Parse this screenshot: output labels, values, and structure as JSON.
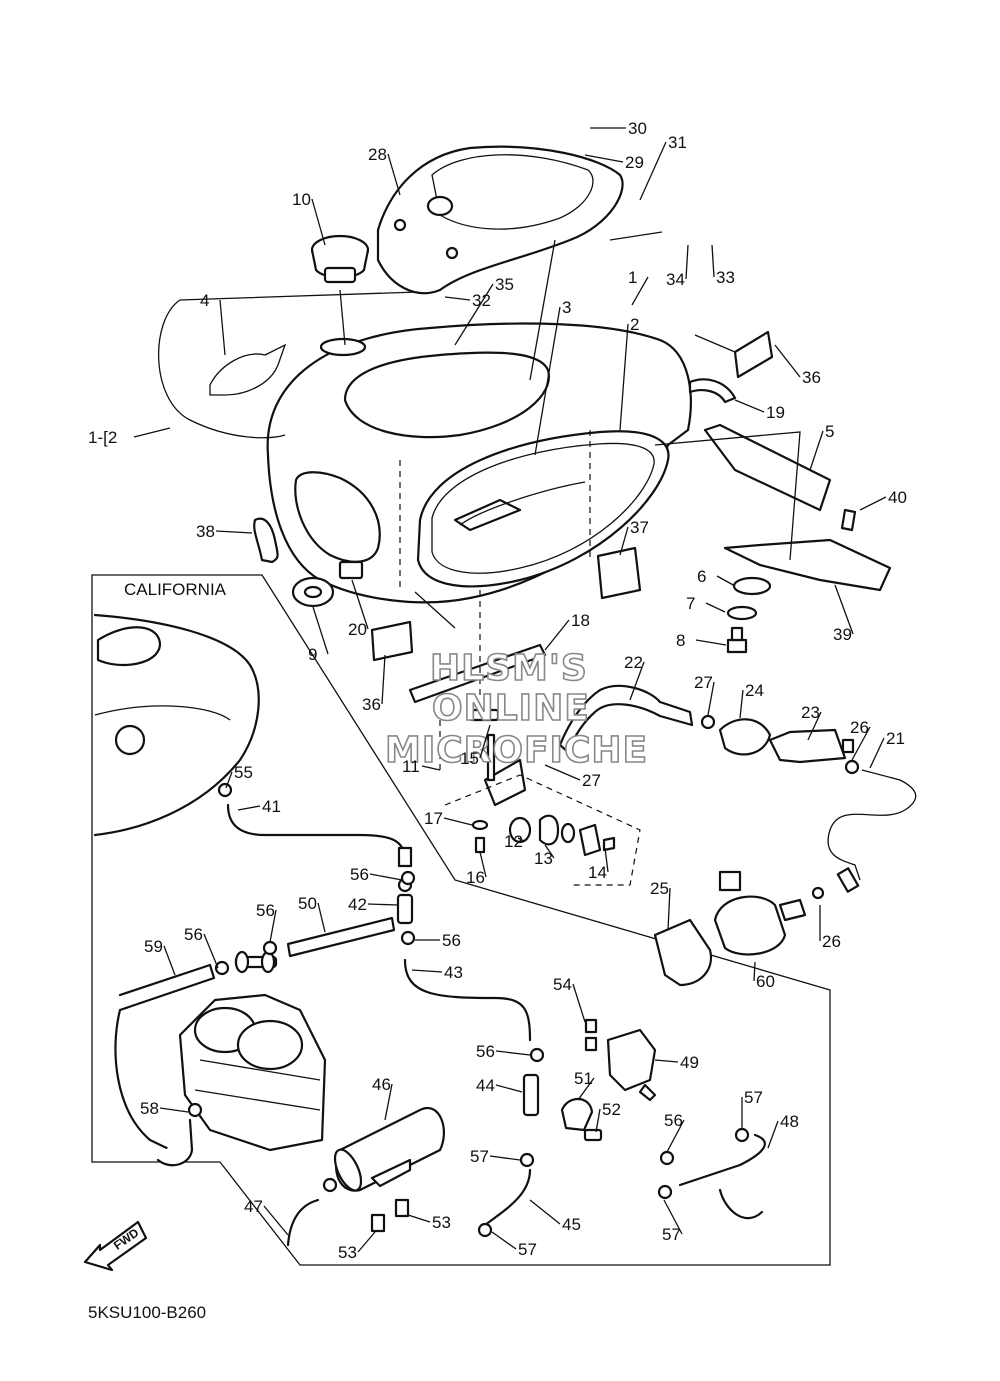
{
  "diagram": {
    "region_label": "CALIFORNIA",
    "part_code": "5KSU100-B260",
    "watermark": [
      "HLSM'S",
      "ONLINE",
      "MICROFICHE"
    ],
    "fwd_label": "FWD",
    "bracket_label": "1-[2",
    "callouts": [
      "30",
      "29",
      "31",
      "28",
      "10",
      "34",
      "33",
      "32",
      "35",
      "4",
      "3",
      "1",
      "2",
      "36",
      "19",
      "5",
      "40",
      "38",
      "37",
      "6",
      "7",
      "8",
      "39",
      "20",
      "9",
      "18",
      "36",
      "22",
      "27",
      "24",
      "23",
      "26",
      "21",
      "15",
      "11",
      "27",
      "17",
      "12",
      "13",
      "14",
      "16",
      "55",
      "41",
      "56",
      "42",
      "56",
      "50",
      "56",
      "59",
      "56",
      "43",
      "25",
      "26",
      "60",
      "54",
      "56",
      "49",
      "44",
      "51",
      "52",
      "46",
      "58",
      "57",
      "56",
      "48",
      "57",
      "57",
      "53",
      "47",
      "45",
      "53",
      "57"
    ]
  }
}
